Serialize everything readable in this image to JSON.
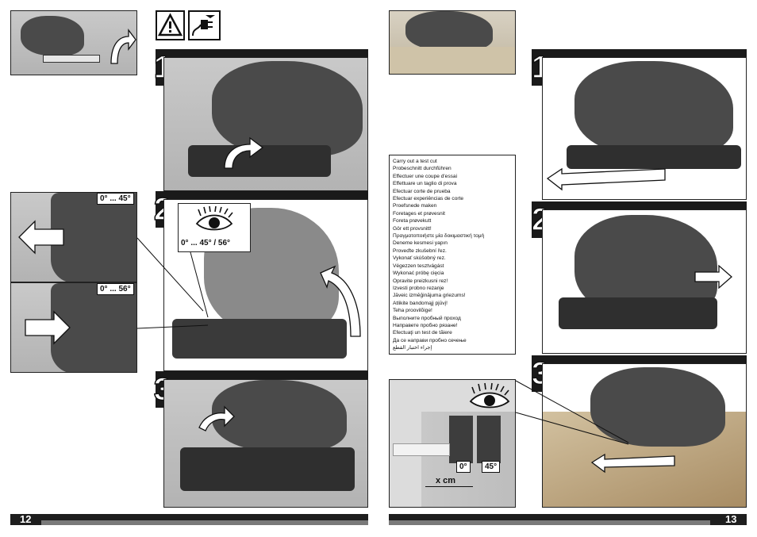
{
  "left_page": {
    "page_number": "12",
    "step1": {
      "number": "1"
    },
    "step2": {
      "number": "2",
      "angle_label": "0° ... 45° / 56°"
    },
    "step3": {
      "number": "3"
    },
    "bevel_upper": {
      "angle_label": "0° ... 45°"
    },
    "bevel_lower": {
      "angle_label": "0° ... 56°"
    }
  },
  "right_page": {
    "page_number": "13",
    "step1": {
      "number": "1"
    },
    "step2": {
      "number": "2"
    },
    "step3": {
      "number": "3"
    },
    "test_cut_lines": [
      "Carry out a test cut",
      "Probeschnitt durchführen",
      "Effectuer une coupe d'essai",
      "Effettuare un taglio di prova",
      "Efectuar corte de prueba",
      "Efectuar experiências de corte",
      "Proefsnede maken",
      "Foretages et prøvesnit",
      "Foreta prøvekutt",
      "Gör ett provsnitt!",
      "Πραγματοποιήστε μία δοκιμαστική τομή",
      "Deneme kesmesi yapın",
      "Proveďte zkušební řez.",
      "Vykonať skúšobný rez.",
      "Végezzen tesztvágást",
      "Wykonać próbę cięcia",
      "Opravite preizkusni rez!",
      "Izvesti probno rezanje",
      "Jāveic izmēģinājuma griezums!",
      "Atlikite bandomąjį pjūvį!",
      "Teha proovilõige!",
      "Выполните пробный проход",
      "Направете пробно рязане!",
      "Efectuaţi un test de tăiere",
      "Да се направи пробно сечење",
      "إجراء اختبار القطع"
    ],
    "detail": {
      "angle_0": "0°",
      "angle_45": "45°",
      "distance": "x cm"
    }
  }
}
